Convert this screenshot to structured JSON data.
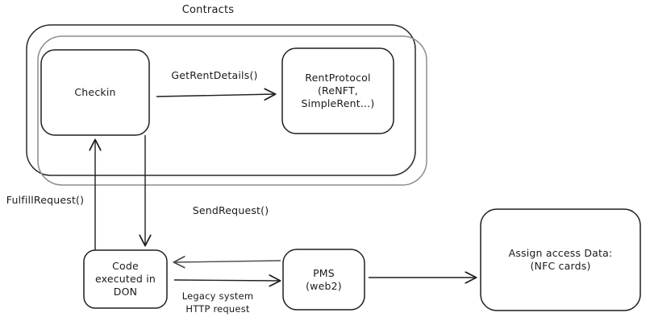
{
  "diagram": {
    "title": "Contracts",
    "colors": {
      "stroke_dark": "#1f1f1f",
      "stroke_light": "#7a7a7a",
      "text": "#1a1a1a",
      "background": "#ffffff"
    },
    "groups": [
      {
        "name": "contracts-group",
        "label": "Contracts"
      }
    ],
    "nodes": [
      {
        "id": "checkin",
        "label": "Checkin"
      },
      {
        "id": "rentprotocol",
        "label": "RentProtocol\n(ReNFT,\nSimpleRent...)"
      },
      {
        "id": "don",
        "label": "Code\nexecuted in\nDON"
      },
      {
        "id": "pms",
        "label": "PMS\n(web2)"
      },
      {
        "id": "assign",
        "label": "Assign access Data:\n(NFC cards)"
      }
    ],
    "edges": [
      {
        "id": "checkin-to-rentprotocol",
        "label": "GetRentDetails()",
        "direction": "right"
      },
      {
        "id": "don-to-checkin",
        "label": "FulfillRequest()",
        "direction": "up"
      },
      {
        "id": "checkin-to-don",
        "label": "SendRequest()",
        "direction": "down"
      },
      {
        "id": "pms-to-don",
        "label": "",
        "direction": "left"
      },
      {
        "id": "don-to-pms",
        "label": "Legacy system\nHTTP request",
        "direction": "right"
      },
      {
        "id": "pms-to-assign",
        "label": "",
        "direction": "right"
      }
    ]
  }
}
